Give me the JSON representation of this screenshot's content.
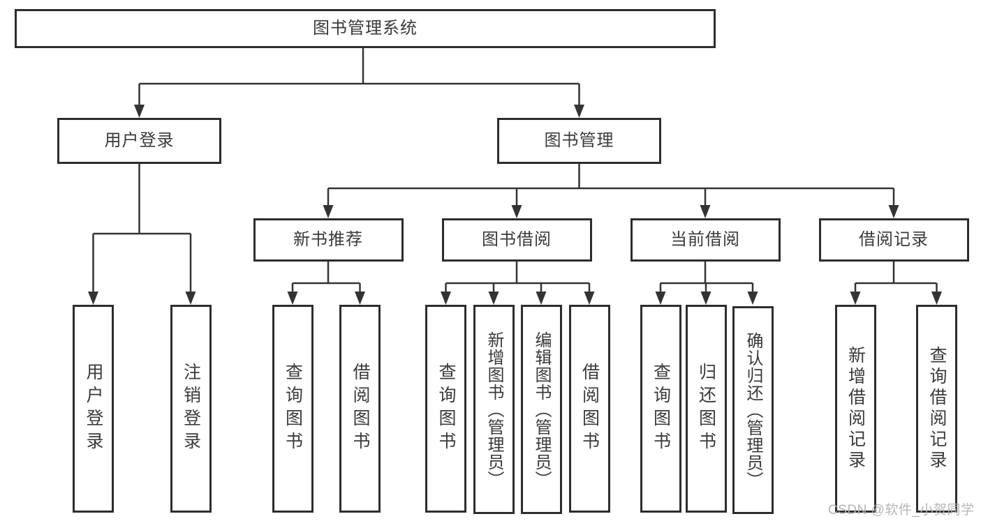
{
  "diagram": {
    "title": "图书管理系统",
    "tree": {
      "label": "图书管理系统",
      "children": [
        {
          "label": "用户登录",
          "children": [
            {
              "label": "用户登录"
            },
            {
              "label": "注销登录"
            }
          ]
        },
        {
          "label": "图书管理",
          "children": [
            {
              "label": "新书推荐",
              "children": [
                {
                  "label": "查询图书"
                },
                {
                  "label": "借阅图书"
                }
              ]
            },
            {
              "label": "图书借阅",
              "children": [
                {
                  "label": "查询图书"
                },
                {
                  "label": "新增图书（管理员）"
                },
                {
                  "label": "编辑图书（管理员）"
                },
                {
                  "label": "借阅图书"
                }
              ]
            },
            {
              "label": "当前借阅",
              "children": [
                {
                  "label": "查询图书"
                },
                {
                  "label": "归还图书"
                },
                {
                  "label": "确认归还（管理员）"
                }
              ]
            },
            {
              "label": "借阅记录",
              "children": [
                {
                  "label": "新增借阅记录"
                },
                {
                  "label": "查询借阅记录"
                }
              ]
            }
          ]
        }
      ]
    },
    "colors": {
      "line": "#333333",
      "box_border": "#2d2d2d",
      "text": "#3a3a3a",
      "background": "#ffffff",
      "watermark": "#b3b3b3"
    }
  },
  "watermark": {
    "text": "CSDN @软件_小贺同学"
  }
}
